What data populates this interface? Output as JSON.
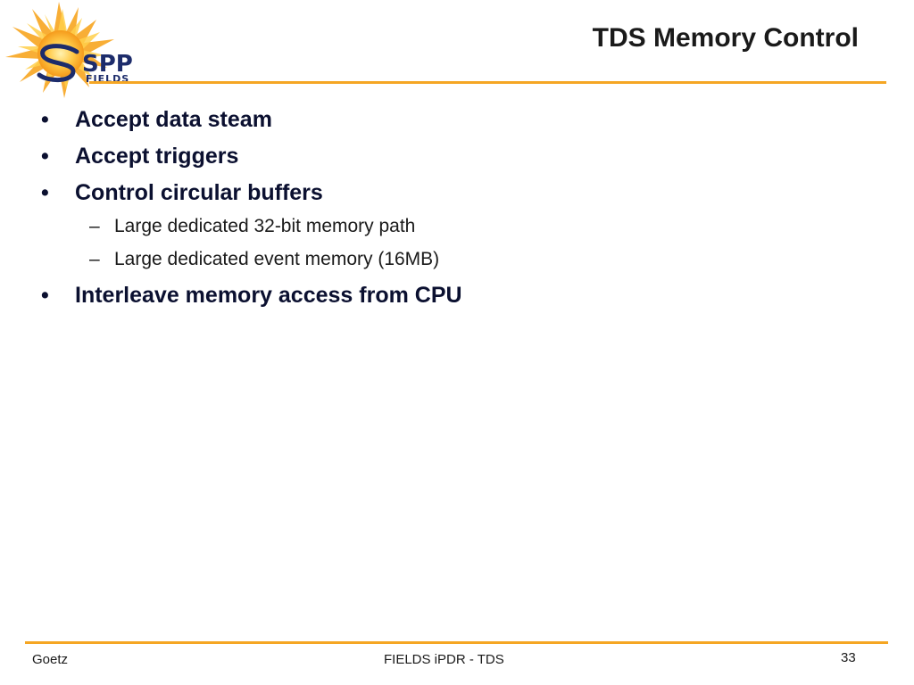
{
  "slide": {
    "title": "TDS Memory Control",
    "accent_color": "#f5a623",
    "logo": {
      "text_main": "SPP",
      "text_sub": "FIELDS",
      "icon": "sun-burst-icon"
    },
    "bullets": [
      {
        "level": 1,
        "marker": "•",
        "text": "Accept data steam"
      },
      {
        "level": 1,
        "marker": "•",
        "text": "Accept triggers"
      },
      {
        "level": 1,
        "marker": "•",
        "text": "Control circular buffers"
      },
      {
        "level": 2,
        "marker": "–",
        "text": "Large dedicated 32-bit memory path"
      },
      {
        "level": 2,
        "marker": "–",
        "text": "Large dedicated event memory (16MB)"
      },
      {
        "level": 1,
        "marker": "•",
        "text": "Interleave memory access from CPU"
      }
    ],
    "footer": {
      "author": "Goetz",
      "center": "FIELDS iPDR - TDS",
      "page_number": "33"
    }
  }
}
